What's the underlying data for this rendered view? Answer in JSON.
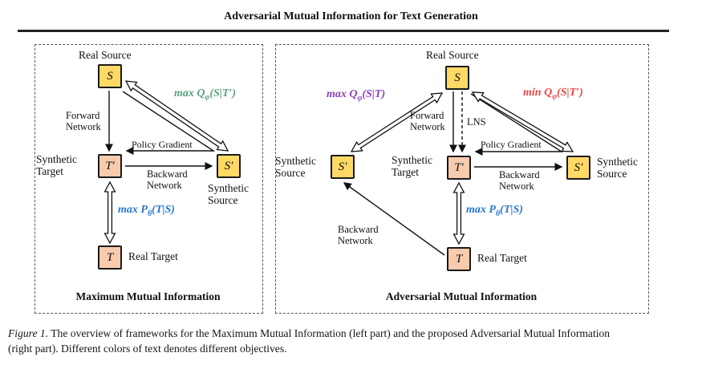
{
  "header": {
    "title": "Adversarial Mutual Information for Text Generation"
  },
  "caption": {
    "figure_label": "Figure 1.",
    "line1": "The overview of frameworks for the Maximum Mutual Information (left part) and the proposed Adversarial Mutual Information",
    "line2": "(right part). Different colors of text denotes different objectives."
  },
  "colors": {
    "source_node_fill": "#FFD966",
    "target_node_fill": "#F8CBAD",
    "node_border": "#1a1a1a",
    "objective_green": "#55a37c",
    "objective_blue": "#2878cc",
    "objective_purple": "#8d3fc0",
    "objective_red": "#ee4444"
  },
  "left_panel": {
    "title": "Maximum Mutual Information",
    "nodes": {
      "real_source": {
        "caption": "Real Source",
        "symbol": "S"
      },
      "synthetic_target": {
        "caption": "Synthetic Target",
        "symbol": "T′"
      },
      "synthetic_source": {
        "caption": "Synthetic Source",
        "symbol": "S′"
      },
      "real_target": {
        "caption": "Real Target",
        "symbol": "T"
      }
    },
    "edge_labels": {
      "forward": "Forward Network",
      "policy": "Policy Gradient",
      "backward": "Backward Network"
    },
    "objectives": {
      "reconstruction": {
        "prefix": "max Q",
        "sub": "φ",
        "rest": "(S|T′)",
        "color": "#55a37c"
      },
      "likelihood": {
        "prefix": "max P",
        "sub": "θ",
        "rest": "(T|S)",
        "color": "#2878cc"
      }
    }
  },
  "right_panel": {
    "title": "Adversarial Mutual Information",
    "nodes": {
      "real_source": {
        "caption": "Real Source",
        "symbol": "S"
      },
      "synthetic_source_left": {
        "caption": "Synthetic Source",
        "symbol": "S′"
      },
      "synthetic_target": {
        "caption": "Synthetic Target",
        "symbol": "T′"
      },
      "synthetic_source_right": {
        "caption": "Synthetic Source",
        "symbol": "S′"
      },
      "real_target": {
        "caption": "Real Target",
        "symbol": "T"
      }
    },
    "edge_labels": {
      "forward": "Forward Network",
      "lns": "LNS",
      "policy": "Policy Gradient",
      "backward": "Backward Network",
      "backward_diag": "Backward Network"
    },
    "objectives": {
      "max_q": {
        "prefix": "max Q",
        "sub": "φ",
        "rest": "(S|T)",
        "color": "#8d3fc0"
      },
      "min_q": {
        "prefix": "min Q",
        "sub": "φ",
        "rest": "(S|T′)",
        "color": "#ee4444"
      },
      "likelihood": {
        "prefix": "max P",
        "sub": "θ",
        "rest": "(T|S)",
        "color": "#2878cc"
      }
    }
  }
}
